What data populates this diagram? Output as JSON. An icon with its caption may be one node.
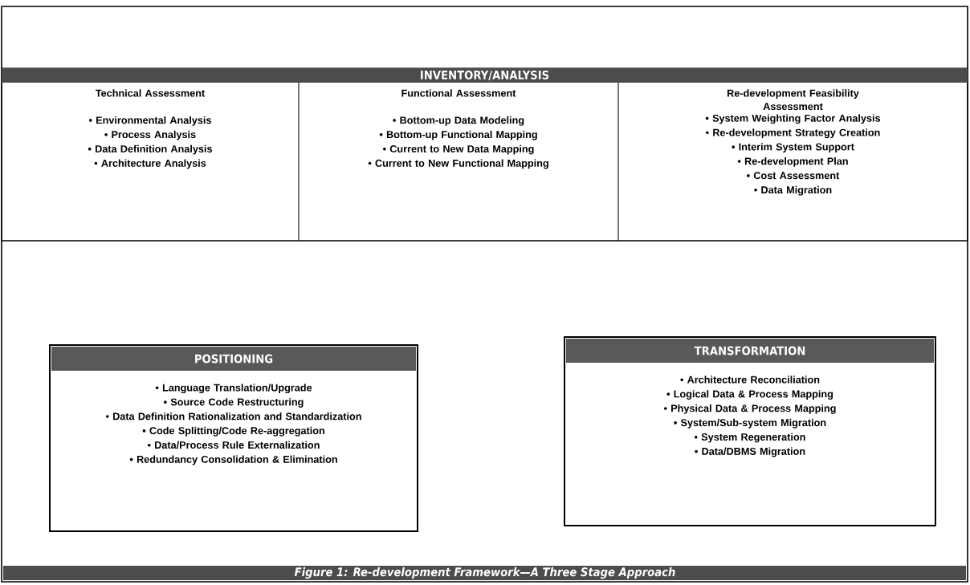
{
  "diagram": {
    "caption": "Figure 1: Re-development Framework—A Three Stage Approach",
    "nodes": [
      {
        "text": [
          "INVENTORY/ANALYSIS"
        ]
      },
      {
        "text": [
          "Technical Assessment",
          "• Environmental Analysis",
          "• Process Analysis",
          "• Data Definition Analysis",
          "• Architecture Analysis"
        ],
        "in": 0
      },
      {
        "text": [
          "Functional Assessment",
          "• Bottom-up Data Modeling",
          "• Bottom-up Functional Mapping",
          "• Current to New Data Mapping",
          "• Current to New Functional Mapping"
        ],
        "in": 0
      },
      {
        "text": [
          "Re-development Feasibility Assessment",
          "• System Weighting Factor Analysis",
          "• Re-development Strategy Creation",
          "• Interim System Support",
          "• Re-development Plan",
          "• Cost Assessment",
          "• Data Migration"
        ],
        "in": 0
      },
      {
        "text": [
          "POSITIONING",
          "• Language Translation/Upgrade",
          "• Source Code Restructuring",
          "• Data Definition Rationalization and Standardization",
          "• Code Splitting/Code Re-aggregation",
          "• Data/Process Rule Externalization",
          "• Redundancy Consolidation & Elimination"
        ]
      },
      {
        "text": [
          "TRANSFORMATION",
          "• Architecture Reconciliation",
          "• Logical Data & Process Mapping",
          "• Physical Data & Process Mapping",
          "• System/Sub-system Migration",
          "• System Regeneration",
          "• Data/DBMS Migration"
        ]
      }
    ]
  }
}
